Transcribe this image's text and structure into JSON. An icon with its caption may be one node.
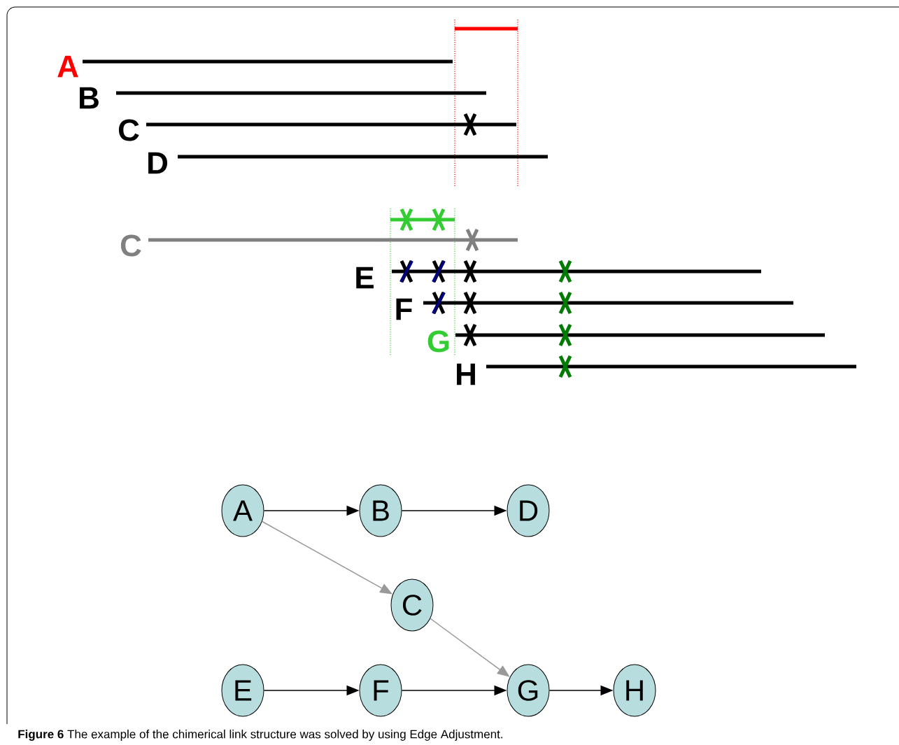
{
  "diagram": {
    "caption": "**Figure 6** The example of the chimerical link structure was solved by using Edge Adjustment.",
    "nodes": [
      {
        "text": [
          "A"
        ]
      },
      {
        "text": [
          "B"
        ]
      },
      {
        "text": [
          "D"
        ]
      },
      {
        "text": [
          "C"
        ]
      },
      {
        "text": [
          "E"
        ]
      },
      {
        "text": [
          "F"
        ]
      },
      {
        "text": [
          "G"
        ]
      },
      {
        "text": [
          "H"
        ]
      }
    ],
    "edges": [
      {
        "from": 0,
        "to": 1,
        "arrow": "to"
      },
      {
        "from": 1,
        "to": 2,
        "arrow": "to"
      },
      {
        "from": 0,
        "to": 3,
        "arrow": "to",
        "color": "#999999"
      },
      {
        "from": 3,
        "to": 6,
        "arrow": "to",
        "color": "#999999"
      },
      {
        "from": 4,
        "to": 5,
        "arrow": "to"
      },
      {
        "from": 5,
        "to": 6,
        "arrow": "to"
      },
      {
        "from": 6,
        "to": 7,
        "arrow": "to"
      }
    ],
    "labels": [
      "A",
      "B",
      "C",
      "D",
      "C",
      "E",
      "F",
      "G",
      "H"
    ]
  }
}
